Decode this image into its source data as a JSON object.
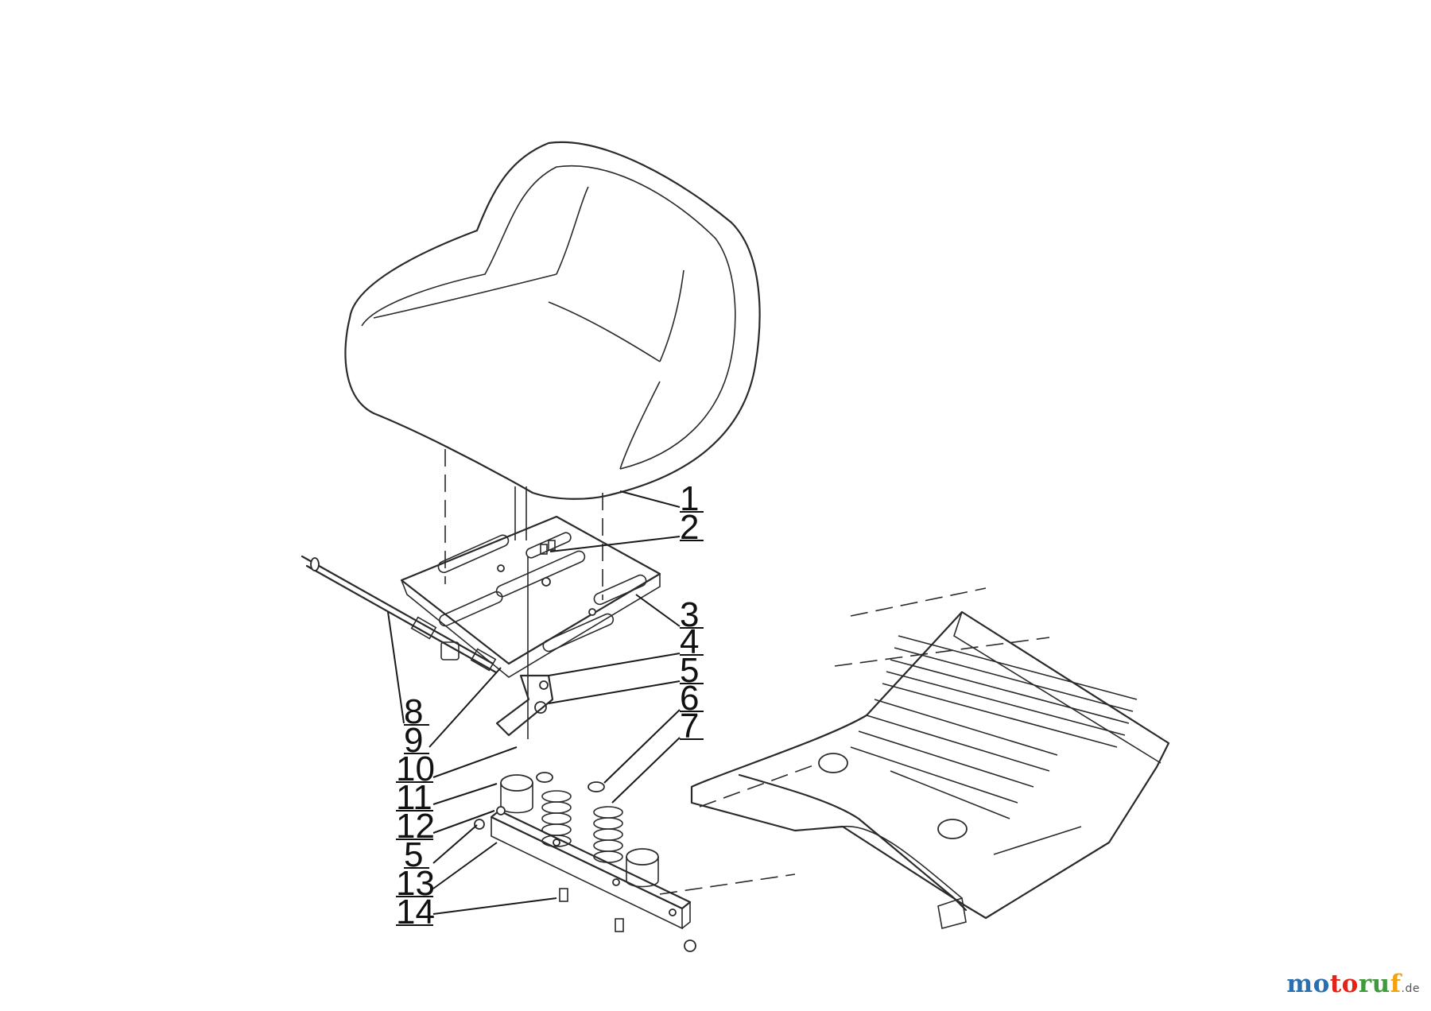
{
  "callouts": [
    "1",
    "2",
    "3",
    "4",
    "5",
    "6",
    "7",
    "8",
    "9",
    "10",
    "11",
    "12",
    "5",
    "13",
    "14"
  ],
  "logo": {
    "part1": "mo",
    "part2": "to",
    "part3": "ru",
    "part4": "f",
    "tld": ".de"
  }
}
